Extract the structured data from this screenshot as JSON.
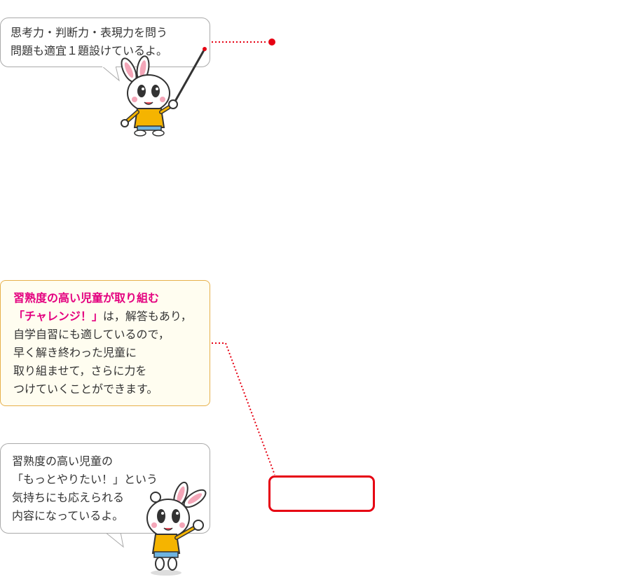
{
  "bubble_top": {
    "lines": [
      "思考力・判断力・表現力を問う",
      "問題も適宜１題設けているよ。"
    ]
  },
  "note_challenge": {
    "highlight_line1": "習熟度の高い児童が取り組む",
    "highlight_line2": "「チャレンジ！」",
    "line2_rest": "は，解答もあり，",
    "lines": [
      "自学自習にも適しているので，",
      "早く解き終わった児童に",
      "取り組ませて，さらに力を",
      "つけていくことができます。"
    ]
  },
  "bubble_bottom": {
    "lines": [
      "習熟度の高い児童の",
      "「もっとやりたい！」という",
      "気持ちにも応えられる",
      "内容になっているよ。"
    ]
  },
  "colors": {
    "accent_red": "#e60012",
    "highlight_pink": "#e4007f",
    "note_border": "#e6b04a",
    "character_shirt": "#f5b400"
  },
  "icons": [
    "rabbit-pointer-icon",
    "rabbit-waving-icon"
  ]
}
